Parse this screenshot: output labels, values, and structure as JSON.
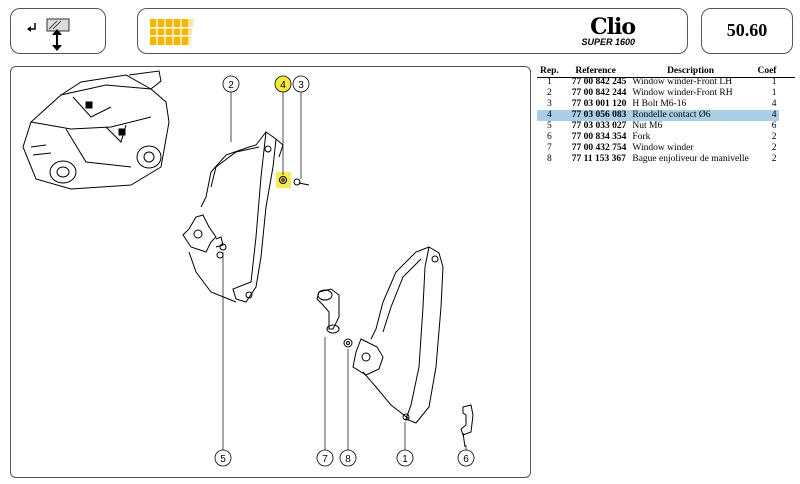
{
  "header": {
    "brand_name": "Clio",
    "brand_sub": "SUPER 1600",
    "page_number": "50.60",
    "accent_color": "#f7b500"
  },
  "nav": {
    "icon": "exchange-arrows-icon"
  },
  "diagram": {
    "callouts": [
      "1",
      "2",
      "3",
      "4",
      "5",
      "6",
      "7",
      "8"
    ],
    "highlighted": "4",
    "highlight_color": "#f5e83a"
  },
  "parts_table": {
    "columns": [
      "Rep.",
      "Reference",
      "Description",
      "Coef"
    ],
    "rows": [
      {
        "rep": "1",
        "ref": "77 00 842 245",
        "desc": "Window winder-Front LH",
        "coef": "1"
      },
      {
        "rep": "2",
        "ref": "77 00 842 244",
        "desc": "Window winder-Front RH",
        "coef": "1"
      },
      {
        "rep": "3",
        "ref": "77 03 001 120",
        "desc": "H Bolt M6-16",
        "coef": "4"
      },
      {
        "rep": "4",
        "ref": "77 03 056 083",
        "desc": "Rondelle contact Ø6",
        "coef": "4"
      },
      {
        "rep": "5",
        "ref": "77 03 033 027",
        "desc": "Nut M6",
        "coef": "6"
      },
      {
        "rep": "6",
        "ref": "77 00 834 354",
        "desc": "Fork",
        "coef": "2"
      },
      {
        "rep": "7",
        "ref": "77 00 432 754",
        "desc": "Window winder",
        "coef": "2"
      },
      {
        "rep": "8",
        "ref": "77 11 153 367",
        "desc": "Bague enjoliveur de manivelle",
        "coef": "2"
      }
    ],
    "highlight_row": 3,
    "highlight_color": "#a9cfe8"
  }
}
